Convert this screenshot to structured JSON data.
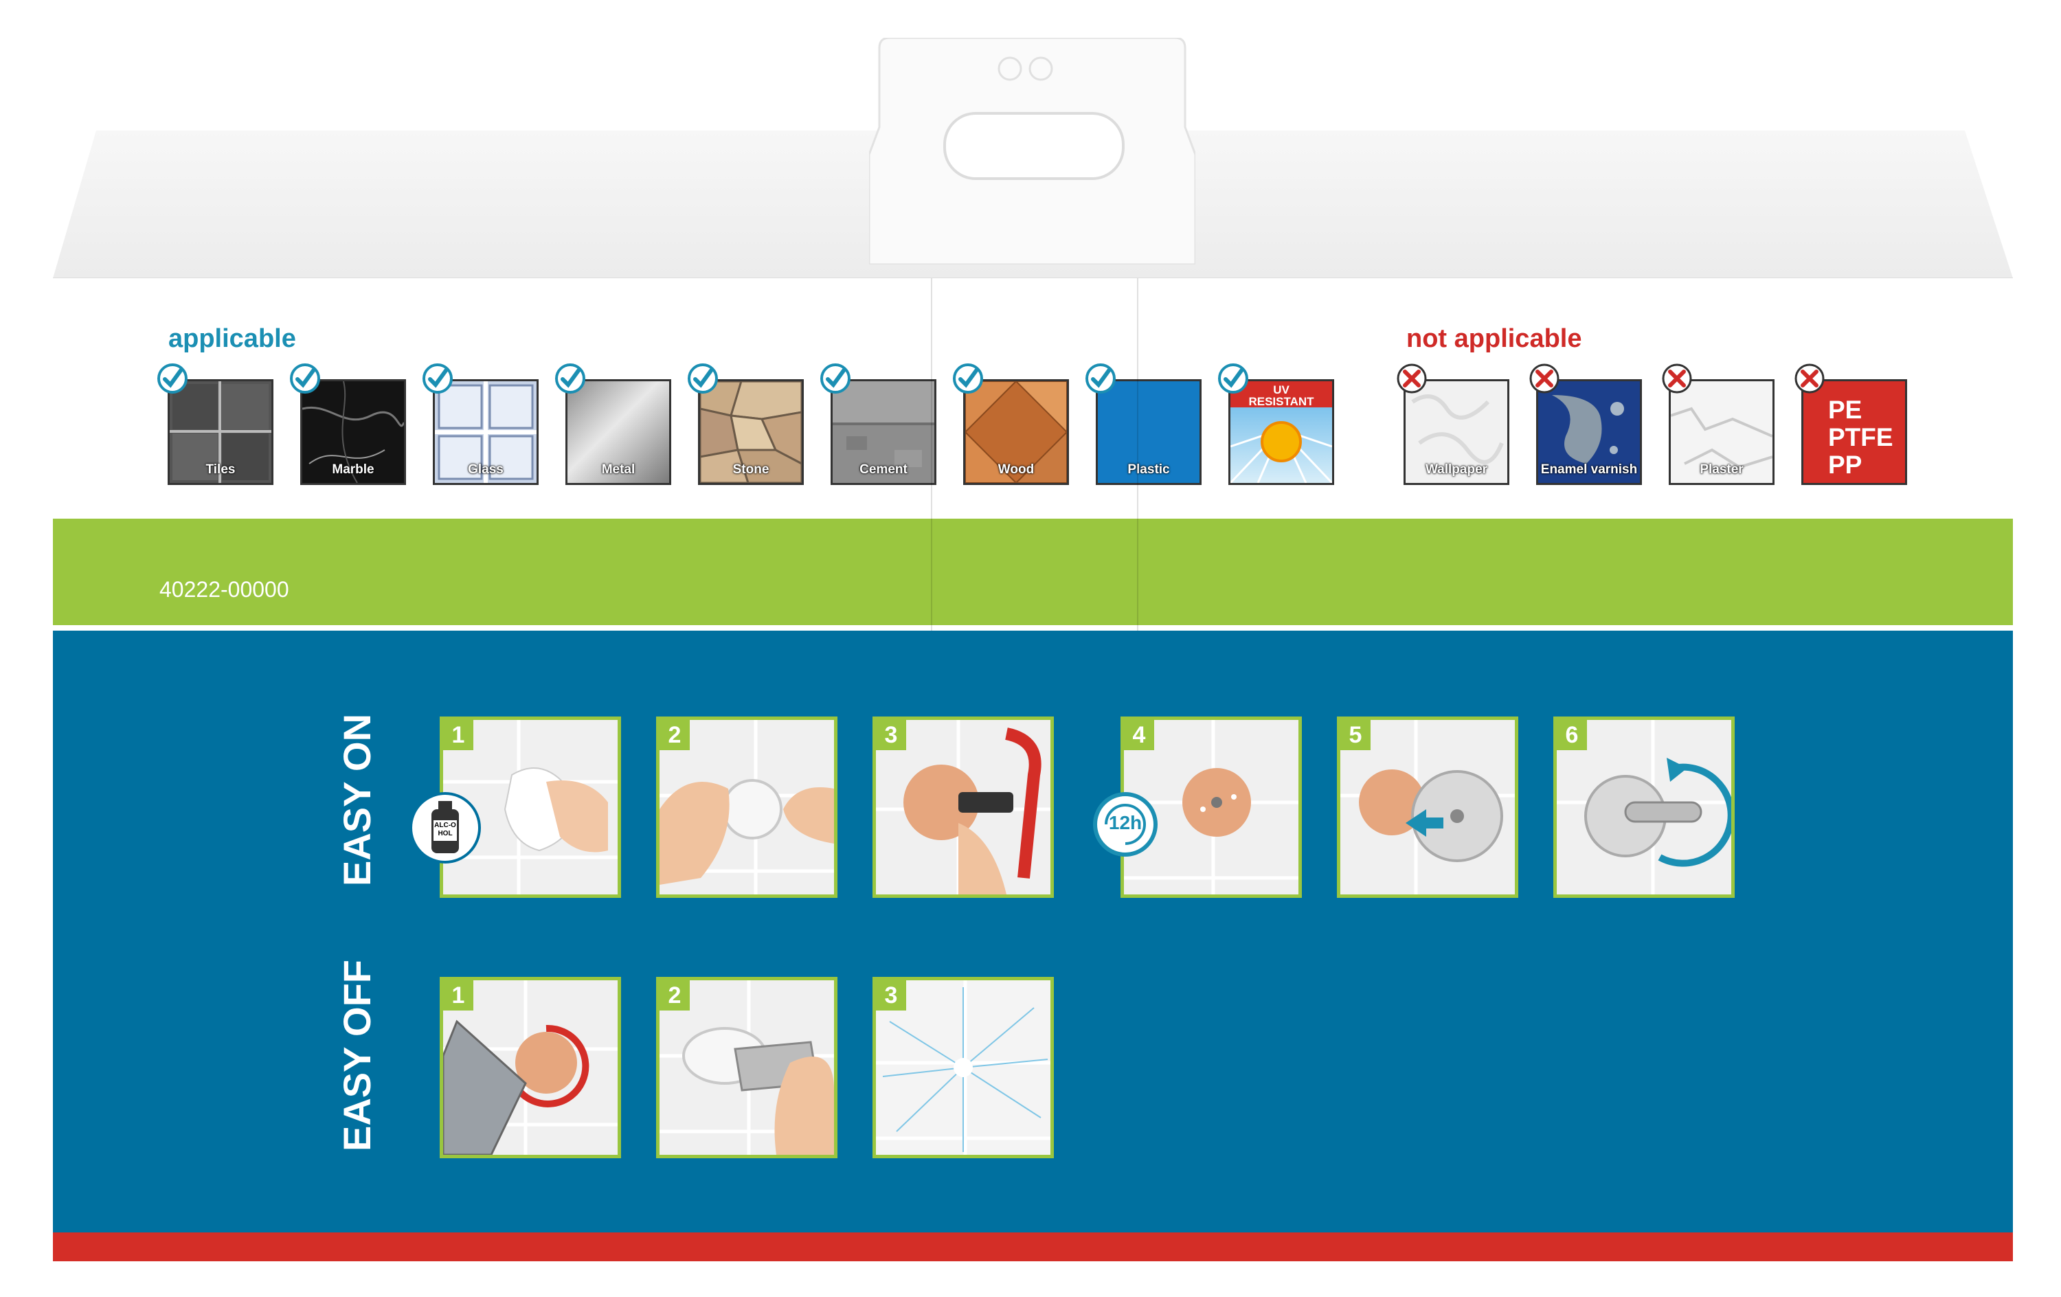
{
  "applicable": {
    "label": "applicable",
    "items": [
      {
        "name": "Tiles"
      },
      {
        "name": "Marble"
      },
      {
        "name": "Glass"
      },
      {
        "name": "Metal"
      },
      {
        "name": "Stone"
      },
      {
        "name": "Cement"
      },
      {
        "name": "Wood"
      },
      {
        "name": "Plastic"
      },
      {
        "name": "",
        "badge_text": "UV RESISTANT"
      }
    ]
  },
  "not_applicable": {
    "label": "not applicable",
    "items": [
      {
        "name": "Wallpaper"
      },
      {
        "name": "Enamel varnish"
      },
      {
        "name": "Plaster"
      },
      {
        "name": "",
        "materials_text": [
          "PE",
          "PTFE",
          "PP"
        ]
      }
    ]
  },
  "article_number": "40222-00000",
  "easy_on": {
    "title": "EASY ON",
    "steps": [
      "1",
      "2",
      "3",
      "4",
      "5",
      "6"
    ],
    "alcohol_icon_text": "ALC-OHOL",
    "wait_icon_text": "12h"
  },
  "easy_off": {
    "title": "EASY OFF",
    "steps": [
      "1",
      "2",
      "3"
    ]
  },
  "colors": {
    "accent_blue": "#00709f",
    "accent_green": "#9ac63f",
    "accent_red": "#d42e27",
    "applicable_label": "#1b8fb3",
    "not_applicable_label": "#cf2a27",
    "check_icon": "#1b8fb3",
    "cross_icon": "#cf2a27"
  },
  "icons": {
    "applicable_badge": "checkmark-icon",
    "not_applicable_badge": "cross-icon",
    "uv": "sun-icon",
    "wait": "clock-icon",
    "alcohol": "bottle-icon"
  }
}
